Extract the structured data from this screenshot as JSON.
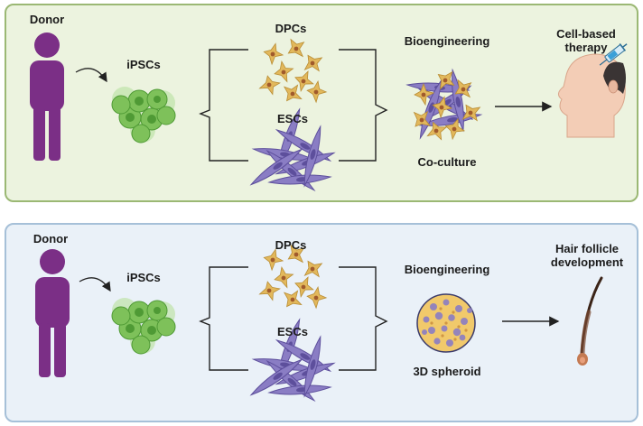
{
  "top_panel": {
    "donor": "Donor",
    "ipscs": "iPSCs",
    "dpcs": "DPCs",
    "escs": "ESCs",
    "process": "Bioengineering",
    "product": "Co-culture",
    "outcome_line1": "Cell-based",
    "outcome_line2": "therapy"
  },
  "bottom_panel": {
    "donor": "Donor",
    "ipscs": "iPSCs",
    "dpcs": "DPCs",
    "escs": "ESCs",
    "process": "Bioengineering",
    "product": "3D spheroid",
    "outcome_line1": "Hair follicle",
    "outcome_line2": "development"
  },
  "colors": {
    "top_panel_bg": "#ecf3df",
    "top_panel_border": "#9bb874",
    "bottom_panel_bg": "#eaf1f8",
    "bottom_panel_border": "#a6c0d8",
    "donor": "#7b2f86",
    "ipsc": "#7ec15a",
    "dpc": "#e2b85c",
    "esc": "#8a7dc4"
  },
  "icons": [
    "person-icon",
    "ipsc-cluster-icon",
    "dpc-cells-icon",
    "esc-cells-icon",
    "coculture-icon",
    "spheroid-icon",
    "head-injection-icon",
    "hair-follicle-icon"
  ]
}
